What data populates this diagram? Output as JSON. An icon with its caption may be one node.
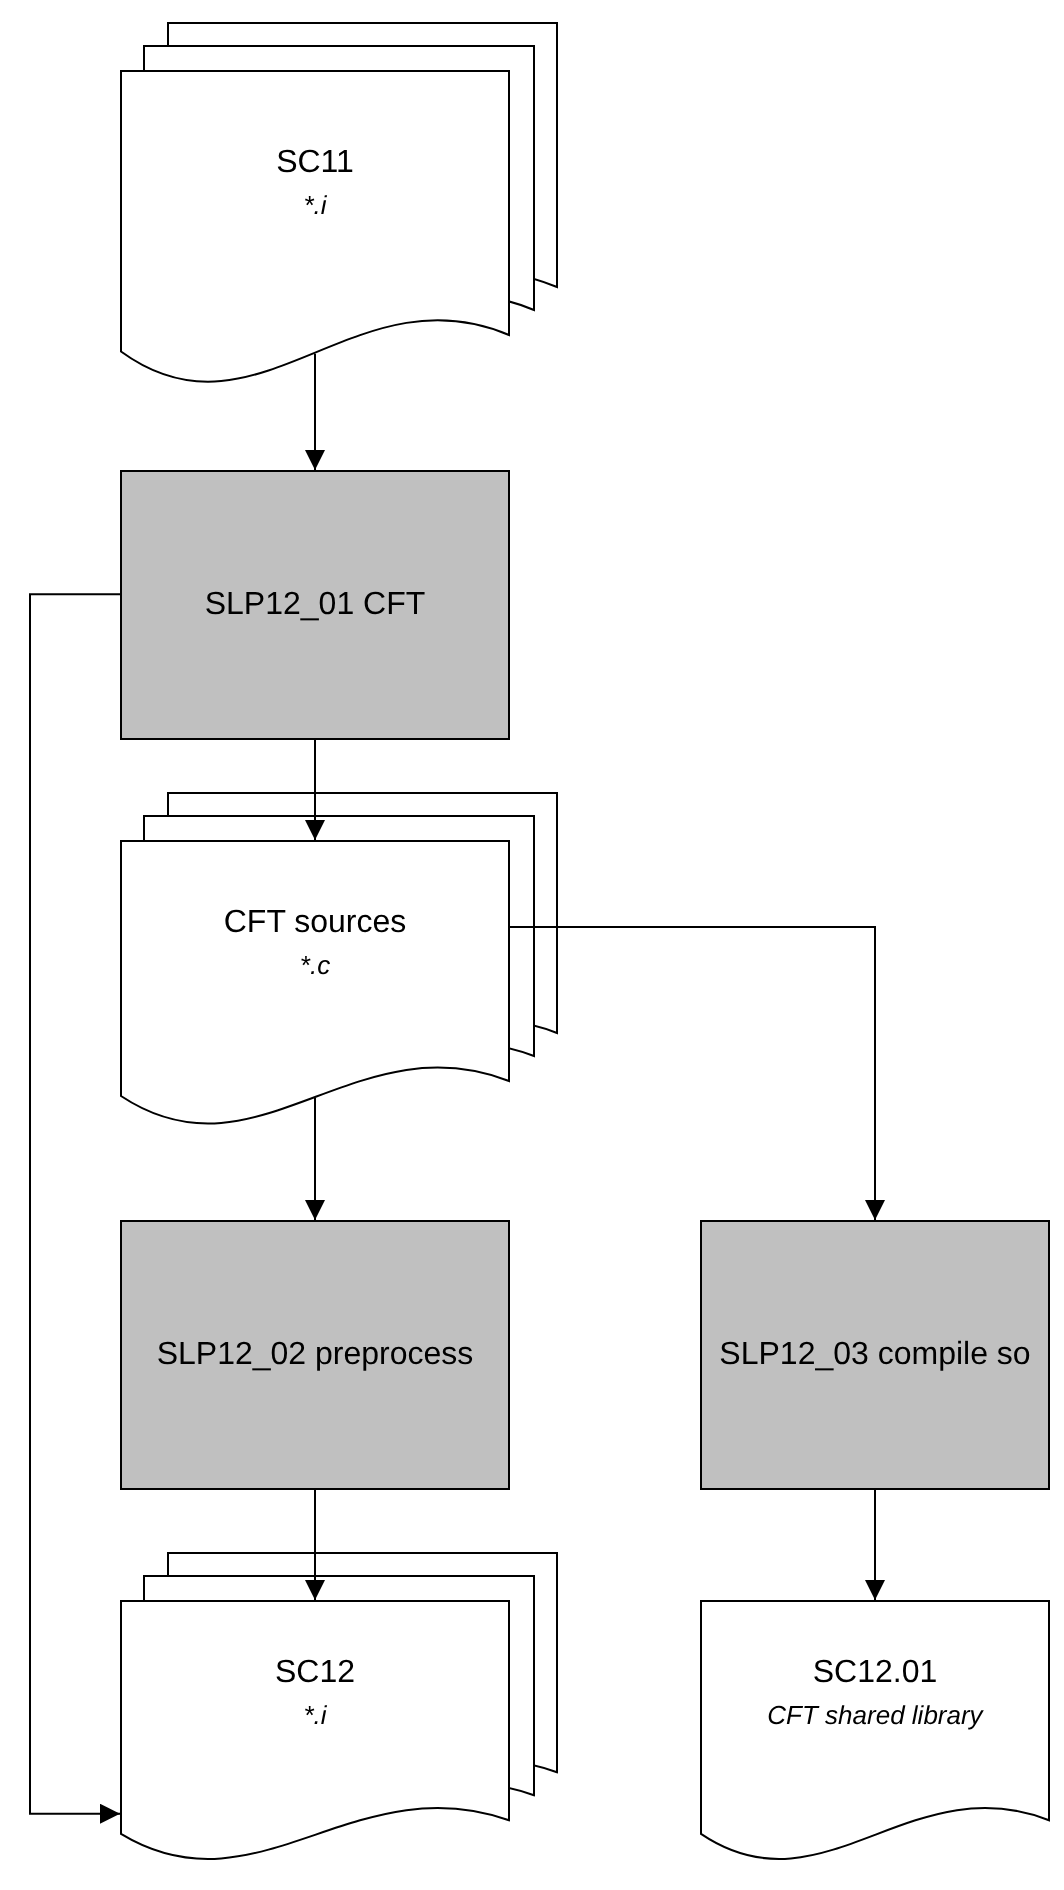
{
  "diagram": {
    "nodes": [
      {
        "text": [
          "SC11",
          "*.i"
        ]
      },
      {
        "text": [
          "SLP12_01 CFT"
        ]
      },
      {
        "text": [
          "CFT sources",
          "*.c"
        ]
      },
      {
        "text": [
          "SLP12_02 preprocess"
        ]
      },
      {
        "text": [
          "SLP12_03 compile so"
        ]
      },
      {
        "text": [
          "SC12",
          "*.i"
        ]
      },
      {
        "text": [
          "SC12.01",
          "CFT shared library"
        ]
      }
    ],
    "edges": [
      {
        "from": 0,
        "to": 1,
        "arrow": "to"
      },
      {
        "from": 1,
        "to": 2,
        "arrow": "to"
      },
      {
        "from": 2,
        "to": 3,
        "arrow": "to"
      },
      {
        "from": 2,
        "to": 4,
        "arrow": "to"
      },
      {
        "from": 3,
        "to": 5,
        "arrow": "to"
      },
      {
        "from": 4,
        "to": 6,
        "arrow": "to"
      },
      {
        "from": 1,
        "to": 5,
        "arrow": "to"
      }
    ]
  }
}
